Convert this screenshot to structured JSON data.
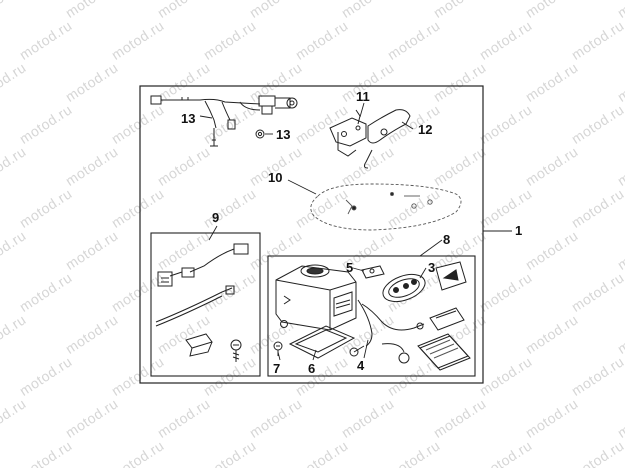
{
  "watermark": {
    "text": "motod.ru"
  },
  "diagram": {
    "callouts": {
      "c1": "1",
      "c3": "3",
      "c4": "4",
      "c5": "5",
      "c6": "6",
      "c7": "7",
      "c8": "8",
      "c9": "9",
      "c10": "10",
      "c11": "11",
      "c12": "12",
      "c13a": "13",
      "c13b": "13"
    }
  },
  "colors": {
    "line": "#222222",
    "watermark": "#d6d6d6",
    "background": "#ffffff"
  }
}
